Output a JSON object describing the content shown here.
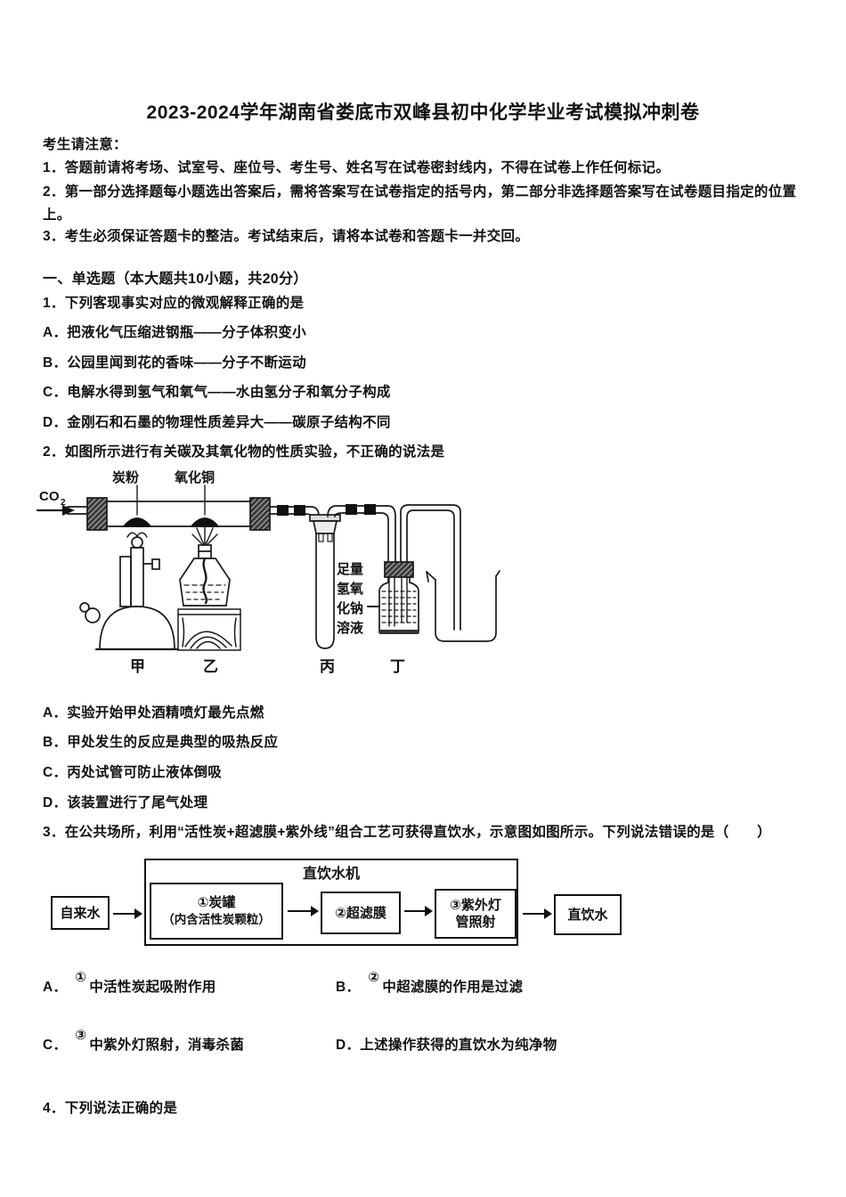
{
  "title": "2023-2024学年湖南省娄底市双峰县初中化学毕业考试模拟冲刺卷",
  "notice": {
    "heading": "考生请注意：",
    "items": [
      "1．答题前请将考场、试室号、座位号、考生号、姓名写在试卷密封线内，不得在试卷上作任何标记。",
      "2．第一部分选择题每小题选出答案后，需将答案写在试卷指定的括号内，第二部分非选择题答案写在试卷题目指定的位置上。",
      "3．考生必须保证答题卡的整洁。考试结束后，请将本试卷和答题卡一并交回。"
    ]
  },
  "section1_heading": "一、单选题（本大题共10小题，共20分）",
  "q1": {
    "stem": "1．下列客现事实对应的微观解释正确的是",
    "options": [
      "A．把液化气压缩进钢瓶——分子体积变小",
      "B．公园里闻到花的香味——分子不断运动",
      "C．电解水得到氢气和氧气——水由氢分子和氧分子构成",
      "D．金刚石和石墨的物理性质差异大——碳原子结构不同"
    ]
  },
  "q2": {
    "stem": "2．如图所示进行有关碳及其氧化物的性质实验，不正确的说法是",
    "diagram": {
      "gas": "CO",
      "gas_sub": "2",
      "carbon_label": "炭粉",
      "cuo_label": "氧化铜",
      "naoh": [
        "足量",
        "氢氧",
        "化钠",
        "溶液"
      ],
      "jia": "甲",
      "yi": "乙",
      "bing": "丙",
      "ding": "丁"
    },
    "options": [
      "A．实验开始甲处酒精喷灯最先点燃",
      "B．甲处发生的反应是典型的吸热反应",
      "C．丙处试管可防止液体倒吸",
      "D．该装置进行了尾气处理"
    ]
  },
  "q3": {
    "stem": "3．在公共场所，利用“活性炭+超滤膜+紫外线”组合工艺可获得直饮水，示意图如图所示。下列说法错误的是（　　）",
    "flow": {
      "machine": "直饮水机",
      "input": "自来水",
      "step1_line1": "①炭罐",
      "step1_line2": "（内含活性炭颗粒）",
      "step2": "②超滤膜",
      "step3_line1": "③紫外灯",
      "step3_line2": "管照射",
      "output": "直饮水"
    },
    "options": [
      {
        "label": "A．",
        "sup": "①",
        "text": "中活性炭起吸附作用"
      },
      {
        "label": "B．",
        "sup": "②",
        "text": "中超滤膜的作用是过滤"
      },
      {
        "label": "C．",
        "sup": "③",
        "text": "中紫外灯照射，消毒杀菌"
      },
      {
        "label": "D．",
        "sup": "",
        "text": "上述操作获得的直饮水为纯净物"
      }
    ]
  },
  "q4_stem": "4．下列说法正确的是"
}
